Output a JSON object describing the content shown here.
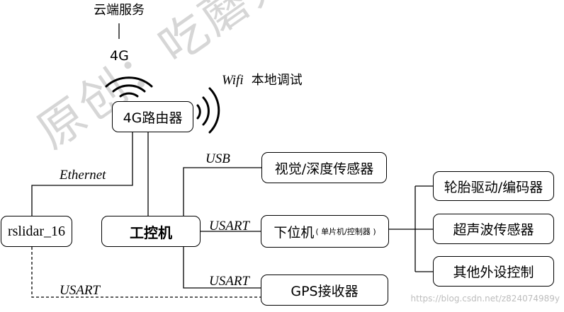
{
  "cloud": {
    "label": "云端服务",
    "network": "4G"
  },
  "wifi": {
    "protocol": "Wifi",
    "purpose": "本地调试"
  },
  "nodes": {
    "router": "4G路由器",
    "ipc": "工控机",
    "lidar": "rslidar_16",
    "vision": "视觉/深度传感器",
    "lower": "下位机",
    "lower_sub": "( 单片机/控制器 )",
    "gps": "GPS接收器",
    "wheel": "轮胎驱动/编码器",
    "ultrasonic": "超声波传感器",
    "other": "其他外设控制"
  },
  "links": {
    "ethernet": "Ethernet",
    "usb": "USB",
    "usart_lower": "USART",
    "usart_gps": "USART",
    "usart_lidar": "USART"
  },
  "watermark": {
    "text": "原创：吃蘑菇小能手",
    "url": "https://blog.csdn.net/z824074989y"
  }
}
